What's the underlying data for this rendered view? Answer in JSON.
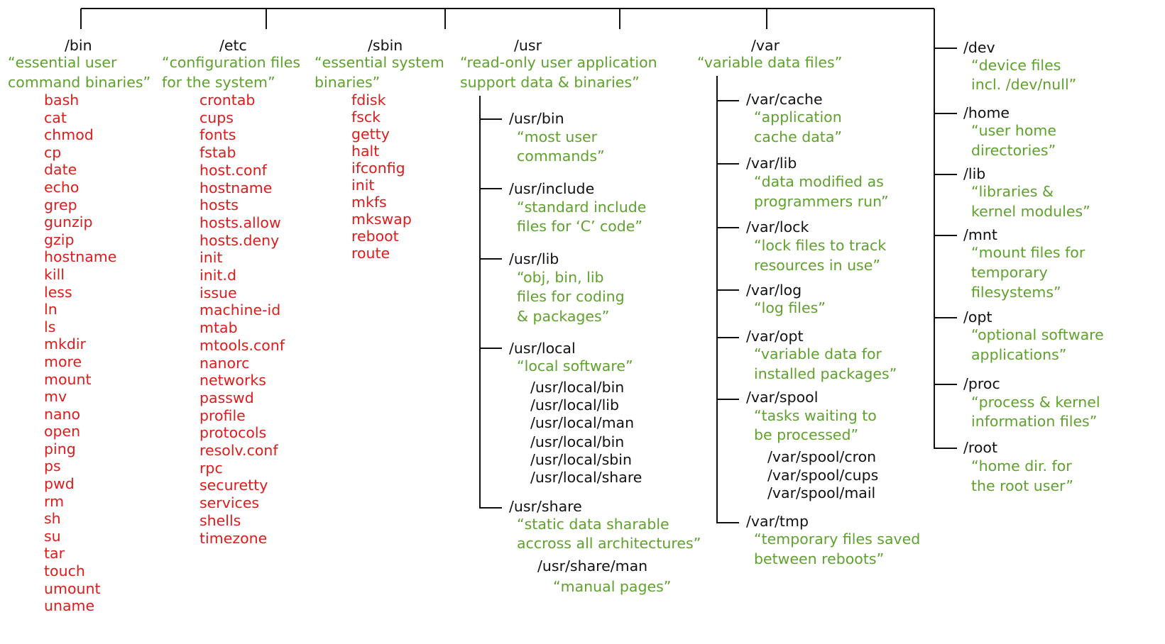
{
  "colors": {
    "dir": "#111111",
    "desc": "#5fa12d",
    "file": "#e01b1b",
    "line": "#111111"
  },
  "bin": {
    "name": "/bin",
    "desc": [
      "“essential user",
      "command binaries”"
    ],
    "files": [
      "bash",
      "cat",
      "chmod",
      "cp",
      "date",
      "echo",
      "grep",
      "gunzip",
      "gzip",
      "hostname",
      "kill",
      "less",
      "ln",
      "ls",
      "mkdir",
      "more",
      "mount",
      "mv",
      "nano",
      "open",
      "ping",
      "ps",
      "pwd",
      "rm",
      "sh",
      "su",
      "tar",
      "touch",
      "umount",
      "uname"
    ]
  },
  "etc": {
    "name": "/etc",
    "desc": [
      "“configuration files",
      "for the system”"
    ],
    "files": [
      "crontab",
      "cups",
      "fonts",
      "fstab",
      "host.conf",
      "hostname",
      "hosts",
      "hosts.allow",
      "hosts.deny",
      "init",
      "init.d",
      "issue",
      "machine-id",
      "mtab",
      "mtools.conf",
      "nanorc",
      "networks",
      "passwd",
      "profile",
      "protocols",
      "resolv.conf",
      "rpc",
      "securetty",
      "services",
      "shells",
      "timezone"
    ]
  },
  "sbin": {
    "name": "/sbin",
    "desc": [
      "“essential system",
      "binaries”"
    ],
    "files": [
      "fdisk",
      "fsck",
      "getty",
      "halt",
      "ifconfig",
      "init",
      "mkfs",
      "mkswap",
      "reboot",
      "route"
    ]
  },
  "usr": {
    "name": "/usr",
    "desc": [
      "“read-only user application",
      "support data & binaries”"
    ],
    "bin": {
      "name": "/usr/bin",
      "desc": [
        "“most user",
        "commands”"
      ]
    },
    "include": {
      "name": "/usr/include",
      "desc": [
        "“standard include",
        "files for ‘C’ code”"
      ]
    },
    "lib": {
      "name": "/usr/lib",
      "desc": [
        "“obj, bin, lib",
        "files for coding",
        "& packages”"
      ]
    },
    "local": {
      "name": "/usr/local",
      "desc": "“local software”",
      "subs": [
        "/usr/local/bin",
        "/usr/local/lib",
        "/usr/local/man",
        "/usr/local/bin",
        "/usr/local/sbin",
        "/usr/local/share"
      ]
    },
    "share": {
      "name": "/usr/share",
      "desc": [
        "“static data sharable",
        "accross all architectures”"
      ],
      "man": "/usr/share/man",
      "man_desc": "“manual pages”"
    }
  },
  "var": {
    "name": "/var",
    "desc": "“variable data files”",
    "cache": {
      "name": "/var/cache",
      "desc": [
        "“application",
        "cache data”"
      ]
    },
    "lib": {
      "name": "/var/lib",
      "desc": [
        "“data modified as",
        "programmers run”"
      ]
    },
    "lock": {
      "name": "/var/lock",
      "desc": [
        "“lock files to track",
        "resources in use”"
      ]
    },
    "log": {
      "name": "/var/log",
      "desc": "“log files”"
    },
    "opt": {
      "name": "/var/opt",
      "desc": [
        "“variable data for",
        "installed packages”"
      ]
    },
    "spool": {
      "name": "/var/spool",
      "desc": [
        "“tasks waiting to",
        "be processed”"
      ],
      "subs": [
        "/var/spool/cron",
        "/var/spool/cups",
        "/var/spool/mail"
      ]
    },
    "tmp": {
      "name": "/var/tmp",
      "desc": [
        "“temporary files saved",
        "between reboots”"
      ]
    }
  },
  "dev": {
    "name": "/dev",
    "desc": [
      "“device files",
      "incl. /dev/null”"
    ]
  },
  "home": {
    "name": "/home",
    "desc": [
      "“user home",
      "directories”"
    ]
  },
  "lib": {
    "name": "/lib",
    "desc": [
      "“libraries &",
      "kernel modules”"
    ]
  },
  "mnt": {
    "name": "/mnt",
    "desc": [
      "“mount files for",
      "temporary",
      "filesystems”"
    ]
  },
  "opt": {
    "name": "/opt",
    "desc": [
      "“optional software",
      "applications”"
    ]
  },
  "proc": {
    "name": "/proc",
    "desc": [
      "“process & kernel",
      "information files”"
    ]
  },
  "root": {
    "name": "/root",
    "desc": [
      "“home dir. for",
      "the root user”"
    ]
  }
}
